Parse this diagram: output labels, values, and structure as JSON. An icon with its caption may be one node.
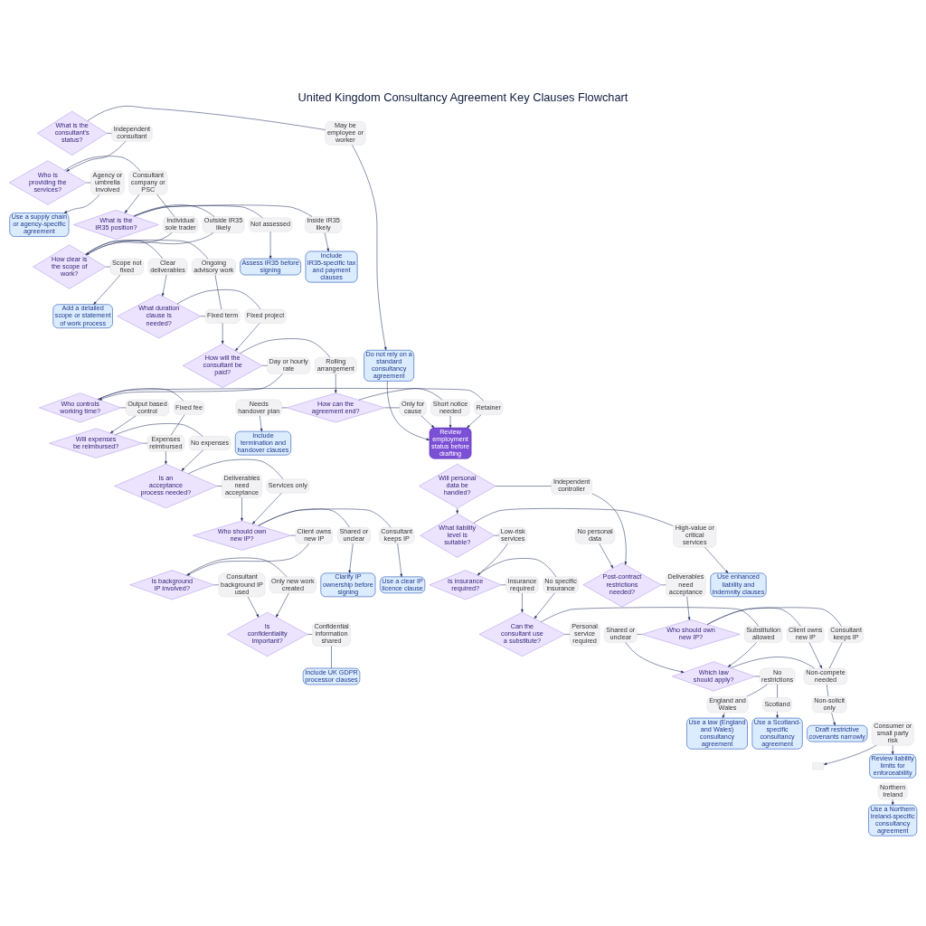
{
  "diagram": {
    "title": "United Kingdom Consultancy Agreement Key Clauses Flowchart",
    "nodes": [
      {
        "text": [
          "What is the consultant's status?"
        ]
      },
      {
        "text": [
          "Independent consultant"
        ]
      },
      {
        "text": [
          "May be employee or worker"
        ]
      },
      {
        "text": [
          "Do not rely on a standard consultancy agreement"
        ]
      },
      {
        "text": [
          "Who is providing the services?"
        ]
      },
      {
        "text": [
          "Consultant company or PSC"
        ]
      },
      {
        "text": [
          "Agency or umbrella involved"
        ]
      },
      {
        "text": [
          "Use a supply chain or agency-specific agreement"
        ]
      },
      {
        "text": [
          "Individual sole trader"
        ]
      },
      {
        "text": [
          "What is the IR35 position?"
        ]
      },
      {
        "text": [
          "Inside IR35 likely"
        ]
      },
      {
        "text": [
          "Outside IR35 likely"
        ]
      },
      {
        "text": [
          "Not assessed"
        ]
      },
      {
        "text": [
          "Include IR35-specific tax and payment clauses"
        ]
      },
      {
        "text": [
          "Assess IR35 before signing"
        ]
      },
      {
        "text": [
          "How clear is the scope of work?"
        ]
      },
      {
        "text": [
          "Clear deliverables"
        ]
      },
      {
        "text": [
          "Ongoing advisory work"
        ]
      },
      {
        "text": [
          "Scope not fixed"
        ]
      },
      {
        "text": [
          "Add a detailed scope or statement of work process"
        ]
      },
      {
        "text": [
          "What duration clause is needed?"
        ]
      },
      {
        "text": [
          "Fixed project"
        ]
      },
      {
        "text": [
          "Fixed term"
        ]
      },
      {
        "text": [
          "How will the consultant be paid?"
        ]
      },
      {
        "text": [
          "Day or hourly rate"
        ]
      },
      {
        "text": [
          "Rolling arrangement"
        ]
      },
      {
        "text": [
          "Who controls working time?"
        ]
      },
      {
        "text": [
          "Fixed fee"
        ]
      },
      {
        "text": [
          "Output based control"
        ]
      },
      {
        "text": [
          "Retainer"
        ]
      },
      {
        "text": [
          "Will expenses be reimbursed?"
        ]
      },
      {
        "text": [
          "Expenses reimbursed"
        ]
      },
      {
        "text": [
          "No expenses"
        ]
      },
      {
        "text": [
          "Is an acceptance process needed?"
        ]
      },
      {
        "text": [
          "Deliverables need acceptance"
        ]
      },
      {
        "text": [
          "Services only"
        ]
      },
      {
        "text": [
          "Who should own new IP?"
        ]
      },
      {
        "text": [
          "Client owns new IP"
        ]
      },
      {
        "text": [
          "Consultant keeps IP"
        ]
      },
      {
        "text": [
          "Shared or unclear"
        ]
      },
      {
        "text": [
          "Use a clear IP licence clause"
        ]
      },
      {
        "text": [
          "Clarify IP ownership before signing"
        ]
      },
      {
        "text": [
          "Is background IP involved?"
        ]
      },
      {
        "text": [
          "Consultant background IP used"
        ]
      },
      {
        "text": [
          "Only new work created"
        ]
      },
      {
        "text": [
          "Is confidentiality important?"
        ]
      },
      {
        "text": [
          "Confidential information shared"
        ]
      },
      {
        "text": [
          "Will personal data be handled?"
        ]
      },
      {
        "text": [
          "Include UK GDPR processor clauses"
        ]
      },
      {
        "text": [
          "Independent controller"
        ]
      },
      {
        "text": [
          "No personal data"
        ]
      },
      {
        "text": [
          "Post-contract restrictions needed?"
        ]
      },
      {
        "text": [
          "What liability level is suitable?"
        ]
      },
      {
        "text": [],
        "shape": "box"
      },
      {
        "text": [
          "Low-risk services"
        ]
      },
      {
        "text": [
          "High-value or critical services"
        ]
      },
      {
        "text": [
          "Consumer or small party risk"
        ]
      },
      {
        "text": [
          "Use enhanced liability and indemnity clauses"
        ]
      },
      {
        "text": [
          "Review liability limits for enforceability"
        ]
      },
      {
        "text": [
          "Is insurance required?"
        ]
      },
      {
        "text": [
          "Insurance required"
        ]
      },
      {
        "text": [
          "No specific insurance"
        ]
      },
      {
        "text": [
          "Can the consultant use a substitute?"
        ]
      },
      {
        "text": [
          "Substitution allowed"
        ]
      },
      {
        "text": [
          "Personal service required"
        ]
      },
      {
        "text": [
          "Deliverables need acceptance"
        ]
      },
      {
        "text": [
          "Who should own new IP?"
        ]
      },
      {
        "text": [
          "Client owns new IP"
        ]
      },
      {
        "text": [
          "Consultant keeps IP"
        ]
      },
      {
        "text": [
          "Shared or unclear"
        ]
      },
      {
        "text": [
          "Non-compete needed"
        ]
      },
      {
        "text": [
          "Non-solicit only"
        ]
      },
      {
        "text": [
          "Which law should apply?"
        ]
      },
      {
        "text": [
          "No restrictions"
        ]
      },
      {
        "text": [
          "England and Wales"
        ]
      },
      {
        "text": [
          "Scotland"
        ]
      },
      {
        "text": [
          "Northern Ireland"
        ]
      },
      {
        "text": [
          "Draft restrictive covenants narrowly"
        ]
      },
      {
        "text": [
          "Use a law (England and Wales) consultancy agreement"
        ]
      },
      {
        "text": [
          "Use a Scotland-specific consultancy agreement"
        ]
      },
      {
        "text": [
          "Use a Northern Ireland-specific consultancy agreement"
        ]
      },
      {
        "text": [
          "How can the agreement end?"
        ]
      },
      {
        "text": [
          "Short notice needed"
        ]
      },
      {
        "text": [
          "Only for cause"
        ]
      },
      {
        "text": [
          "Needs handover plan"
        ]
      },
      {
        "text": [
          "Include termination and handover clauses"
        ]
      },
      {
        "text": [
          "Review employment status before drafting"
        ]
      }
    ],
    "edges": [
      {
        "from": 0,
        "to": 1,
        "arrow": "none"
      },
      {
        "from": 1,
        "to": 4,
        "arrow": "to"
      },
      {
        "from": 0,
        "to": 2,
        "arrow": "none"
      },
      {
        "from": 2,
        "to": 3,
        "arrow": "to"
      },
      {
        "from": 3,
        "to": 86,
        "arrow": "to"
      },
      {
        "from": 4,
        "to": 5,
        "arrow": "none"
      },
      {
        "from": 5,
        "to": 9,
        "arrow": "to"
      },
      {
        "from": 4,
        "to": 6,
        "arrow": "none"
      },
      {
        "from": 6,
        "to": 7,
        "arrow": "to"
      },
      {
        "from": 5,
        "to": 8,
        "arrow": "none"
      },
      {
        "from": 8,
        "to": 15,
        "arrow": "none"
      },
      {
        "from": 9,
        "to": 10,
        "arrow": "none"
      },
      {
        "from": 10,
        "to": 13,
        "arrow": "to"
      },
      {
        "from": 9,
        "to": 11,
        "arrow": "none"
      },
      {
        "from": 11,
        "to": 15,
        "arrow": "to"
      },
      {
        "from": 9,
        "to": 12,
        "arrow": "none"
      },
      {
        "from": 12,
        "to": 14,
        "arrow": "to"
      },
      {
        "from": 15,
        "to": 16,
        "arrow": "none"
      },
      {
        "from": 16,
        "to": 20,
        "arrow": "to"
      },
      {
        "from": 15,
        "to": 17,
        "arrow": "none"
      },
      {
        "from": 17,
        "to": 22,
        "arrow": "none"
      },
      {
        "from": 15,
        "to": 18,
        "arrow": "none"
      },
      {
        "from": 18,
        "to": 19,
        "arrow": "to"
      },
      {
        "from": 20,
        "to": 21,
        "arrow": "none"
      },
      {
        "from": 21,
        "to": 23,
        "arrow": "to"
      },
      {
        "from": 20,
        "to": 22,
        "arrow": "none"
      },
      {
        "from": 22,
        "to": 23,
        "arrow": "to"
      },
      {
        "from": 23,
        "to": 24,
        "arrow": "none"
      },
      {
        "from": 24,
        "to": 26,
        "arrow": "to"
      },
      {
        "from": 23,
        "to": 25,
        "arrow": "none"
      },
      {
        "from": 25,
        "to": 81,
        "arrow": "to"
      },
      {
        "from": 26,
        "to": 27,
        "arrow": "none"
      },
      {
        "from": 27,
        "to": 31,
        "arrow": "none"
      },
      {
        "from": 26,
        "to": 28,
        "arrow": "none"
      },
      {
        "from": 28,
        "to": 30,
        "arrow": "to"
      },
      {
        "from": 26,
        "to": 29,
        "arrow": "none"
      },
      {
        "from": 29,
        "to": 86,
        "arrow": "to"
      },
      {
        "from": 30,
        "to": 31,
        "arrow": "none"
      },
      {
        "from": 31,
        "to": 33,
        "arrow": "to"
      },
      {
        "from": 30,
        "to": 32,
        "arrow": "none"
      },
      {
        "from": 32,
        "to": 33,
        "arrow": "to"
      },
      {
        "from": 33,
        "to": 34,
        "arrow": "none"
      },
      {
        "from": 34,
        "to": 36,
        "arrow": "to"
      },
      {
        "from": 33,
        "to": 35,
        "arrow": "none"
      },
      {
        "from": 35,
        "to": 36,
        "arrow": "to"
      },
      {
        "from": 36,
        "to": 37,
        "arrow": "none"
      },
      {
        "from": 37,
        "to": 42,
        "arrow": "to"
      },
      {
        "from": 36,
        "to": 38,
        "arrow": "none"
      },
      {
        "from": 38,
        "to": 40,
        "arrow": "to"
      },
      {
        "from": 36,
        "to": 39,
        "arrow": "none"
      },
      {
        "from": 39,
        "to": 41,
        "arrow": "to"
      },
      {
        "from": 42,
        "to": 43,
        "arrow": "none"
      },
      {
        "from": 43,
        "to": 45,
        "arrow": "to"
      },
      {
        "from": 42,
        "to": 44,
        "arrow": "none"
      },
      {
        "from": 44,
        "to": 45,
        "arrow": "to"
      },
      {
        "from": 45,
        "to": 46,
        "arrow": "none"
      },
      {
        "from": 46,
        "to": 48,
        "arrow": "none"
      },
      {
        "from": 47,
        "to": 49,
        "arrow": "none"
      },
      {
        "from": 49,
        "to": 51,
        "arrow": "to"
      },
      {
        "from": 50,
        "to": 51,
        "arrow": "to"
      },
      {
        "from": 47,
        "to": 52,
        "arrow": "to"
      },
      {
        "from": 56,
        "to": 53,
        "arrow": "to"
      },
      {
        "from": 52,
        "to": 54,
        "arrow": "none"
      },
      {
        "from": 54,
        "to": 59,
        "arrow": "to"
      },
      {
        "from": 52,
        "to": 55,
        "arrow": "none"
      },
      {
        "from": 55,
        "to": 57,
        "arrow": "to"
      },
      {
        "from": 56,
        "to": 58,
        "arrow": "to"
      },
      {
        "from": 59,
        "to": 60,
        "arrow": "none"
      },
      {
        "from": 60,
        "to": 62,
        "arrow": "to"
      },
      {
        "from": 59,
        "to": 61,
        "arrow": "none"
      },
      {
        "from": 61,
        "to": 62,
        "arrow": "to"
      },
      {
        "from": 62,
        "to": 63,
        "arrow": "none"
      },
      {
        "from": 63,
        "to": 72,
        "arrow": "to"
      },
      {
        "from": 62,
        "to": 64,
        "arrow": "none"
      },
      {
        "from": 51,
        "to": 65,
        "arrow": "none"
      },
      {
        "from": 65,
        "to": 66,
        "arrow": "to"
      },
      {
        "from": 66,
        "to": 67,
        "arrow": "none"
      },
      {
        "from": 66,
        "to": 68,
        "arrow": "none"
      },
      {
        "from": 66,
        "to": 69,
        "arrow": "none"
      },
      {
        "from": 67,
        "to": 70,
        "arrow": "to"
      },
      {
        "from": 68,
        "to": 70,
        "arrow": "none"
      },
      {
        "from": 69,
        "to": 72,
        "arrow": "to"
      },
      {
        "from": 72,
        "to": 70,
        "arrow": "none"
      },
      {
        "from": 70,
        "to": 71,
        "arrow": "none"
      },
      {
        "from": 71,
        "to": 77,
        "arrow": "to"
      },
      {
        "from": 72,
        "to": 73,
        "arrow": "none"
      },
      {
        "from": 73,
        "to": 74,
        "arrow": "none"
      },
      {
        "from": 73,
        "to": 75,
        "arrow": "none"
      },
      {
        "from": 74,
        "to": 78,
        "arrow": "to"
      },
      {
        "from": 75,
        "to": 79,
        "arrow": "to"
      },
      {
        "from": 76,
        "to": 80,
        "arrow": "to"
      },
      {
        "from": 81,
        "to": 82,
        "arrow": "none"
      },
      {
        "from": 82,
        "to": 86,
        "arrow": "to"
      },
      {
        "from": 81,
        "to": 83,
        "arrow": "none"
      },
      {
        "from": 83,
        "to": 86,
        "arrow": "to"
      },
      {
        "from": 81,
        "to": 84,
        "arrow": "none"
      },
      {
        "from": 84,
        "to": 85,
        "arrow": "to"
      }
    ]
  }
}
